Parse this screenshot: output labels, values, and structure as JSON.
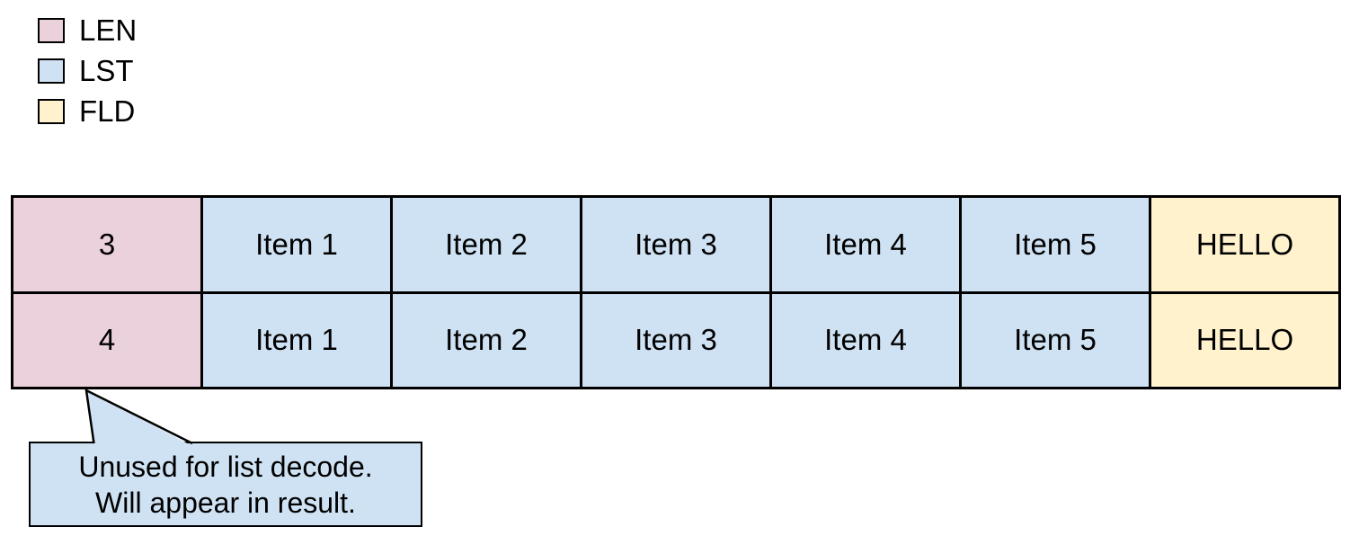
{
  "colors": {
    "len_fill": "#EAD1DC",
    "lst_fill": "#CFE2F3",
    "fld_fill": "#FFF2CC",
    "border": "#000000",
    "background": "#FFFFFF"
  },
  "legend": {
    "items": [
      {
        "label": "LEN",
        "color": "#EAD1DC"
      },
      {
        "label": "LST",
        "color": "#CFE2F3"
      },
      {
        "label": "FLD",
        "color": "#FFF2CC"
      }
    ]
  },
  "table": {
    "rows": [
      {
        "cells": [
          {
            "text": "3",
            "type": "LEN"
          },
          {
            "text": "Item 1",
            "type": "LST"
          },
          {
            "text": "Item 2",
            "type": "LST"
          },
          {
            "text": "Item 3",
            "type": "LST"
          },
          {
            "text": "Item 4",
            "type": "LST"
          },
          {
            "text": "Item 5",
            "type": "LST"
          },
          {
            "text": "HELLO",
            "type": "FLD"
          }
        ]
      },
      {
        "cells": [
          {
            "text": "4",
            "type": "LEN"
          },
          {
            "text": "Item 1",
            "type": "LST"
          },
          {
            "text": "Item 2",
            "type": "LST"
          },
          {
            "text": "Item 3",
            "type": "LST"
          },
          {
            "text": "Item 4",
            "type": "LST"
          },
          {
            "text": "Item 5",
            "type": "LST"
          },
          {
            "text": "HELLO",
            "type": "FLD"
          }
        ]
      }
    ]
  },
  "callout": {
    "line1": "Unused for list decode.",
    "line2": "Will appear in result."
  }
}
